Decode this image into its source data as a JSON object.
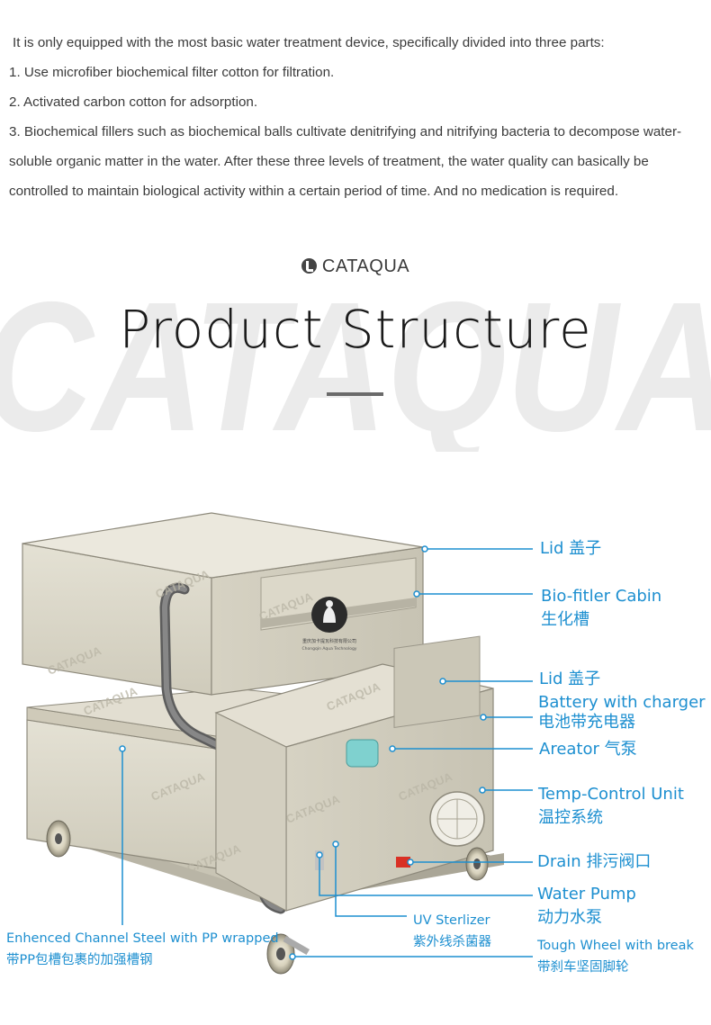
{
  "intro": {
    "line1": "It is only equipped with the most basic water treatment device, specifically divided into three parts:",
    "line2": "1. Use microfiber biochemical filter cotton for filtration.",
    "line3": "2. Activated carbon cotton for adsorption.",
    "line4": "3. Biochemical fillers such as biochemical balls cultivate denitrifying and nitrifying bacteria to decompose water-soluble organic matter in the water. After these three levels of treatment,  the water quality can basically be controlled to maintain biological activity within a certain period of time. And no medication is required."
  },
  "brand": {
    "name": "CATAQUA",
    "watermark": "CATAQUA"
  },
  "title": "Product Structure",
  "product_marks": {
    "tank_watermark": "CATAQUA",
    "logo_caption_cn": "重庆加卡提瓦科技有限公司",
    "logo_caption_en": "Chongqin Aqua Technology"
  },
  "callouts": [
    {
      "id": "lid-top",
      "lines": [
        "Lid  盖子"
      ]
    },
    {
      "id": "bio-filter",
      "lines": [
        "Bio-fitler Cabin",
        "生化槽"
      ]
    },
    {
      "id": "lid-small",
      "lines": [
        "Lid  盖子"
      ]
    },
    {
      "id": "battery",
      "lines": [
        "Battery with charger",
        "电池带充电器"
      ]
    },
    {
      "id": "aerator",
      "lines": [
        "Areator 气泵"
      ]
    },
    {
      "id": "temp",
      "lines": [
        "Temp-Control Unit",
        "温控系统"
      ]
    },
    {
      "id": "drain",
      "lines": [
        "Drain 排污阀口"
      ]
    },
    {
      "id": "pump",
      "lines": [
        "Water Pump",
        "动力水泵"
      ]
    },
    {
      "id": "uv",
      "lines": [
        "UV Sterlizer",
        "紫外线杀菌器"
      ]
    },
    {
      "id": "channel",
      "lines": [
        "Enhenced Channel Steel with PP wrapped",
        "带PP包槽包裹的加强槽钢"
      ]
    },
    {
      "id": "wheel",
      "lines": [
        "Tough Wheel with break",
        "带刹车坚固脚轮"
      ]
    }
  ],
  "colors": {
    "callout": "#1d8fd0",
    "tank": "#d9d5c6",
    "watermark": "#e9e9e9"
  }
}
